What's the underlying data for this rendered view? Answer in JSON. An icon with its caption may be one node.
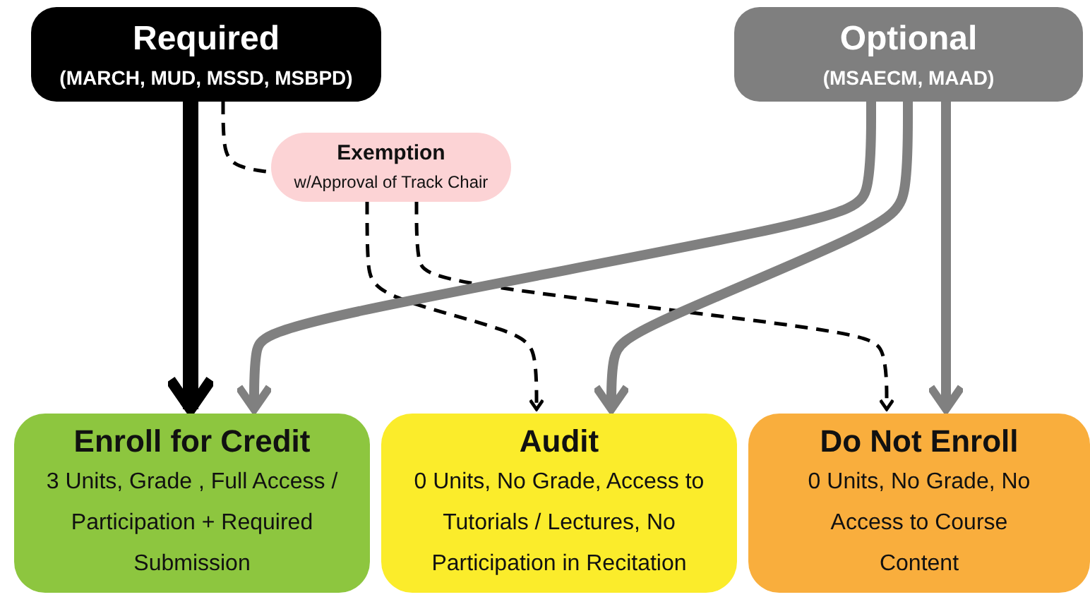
{
  "diagram": {
    "nodes": [
      {
        "text": [
          "Required",
          "(MARCH, MUD, MSSD, MSBPD)"
        ]
      },
      {
        "text": [
          "Optional",
          "(MSAECM, MAAD)"
        ]
      },
      {
        "text": [
          "Exemption",
          "w/Approval of Track Chair"
        ]
      },
      {
        "text": [
          "Enroll for Credit",
          "3 Units, Grade , Full Access / Participation + Required Submission"
        ]
      },
      {
        "text": [
          "Audit",
          "0 Units, No Grade, Access to Tutorials / Lectures, No Participation in Recitation"
        ]
      },
      {
        "text": [
          "Do Not Enroll",
          "0 Units, No Grade, No Access to Course Content"
        ]
      }
    ],
    "edges": [
      {
        "from": 0,
        "to": 3,
        "arrow": "to"
      },
      {
        "from": 0,
        "to": 2,
        "arrow": "none",
        "style": "dashed"
      },
      {
        "from": 2,
        "to": 4,
        "arrow": "to",
        "style": "dashed"
      },
      {
        "from": 2,
        "to": 5,
        "arrow": "to",
        "style": "dashed"
      },
      {
        "from": 1,
        "to": 3,
        "arrow": "to",
        "color": "#808080"
      },
      {
        "from": 1,
        "to": 4,
        "arrow": "to",
        "color": "#808080"
      },
      {
        "from": 1,
        "to": 5,
        "arrow": "to",
        "color": "#808080"
      }
    ]
  }
}
